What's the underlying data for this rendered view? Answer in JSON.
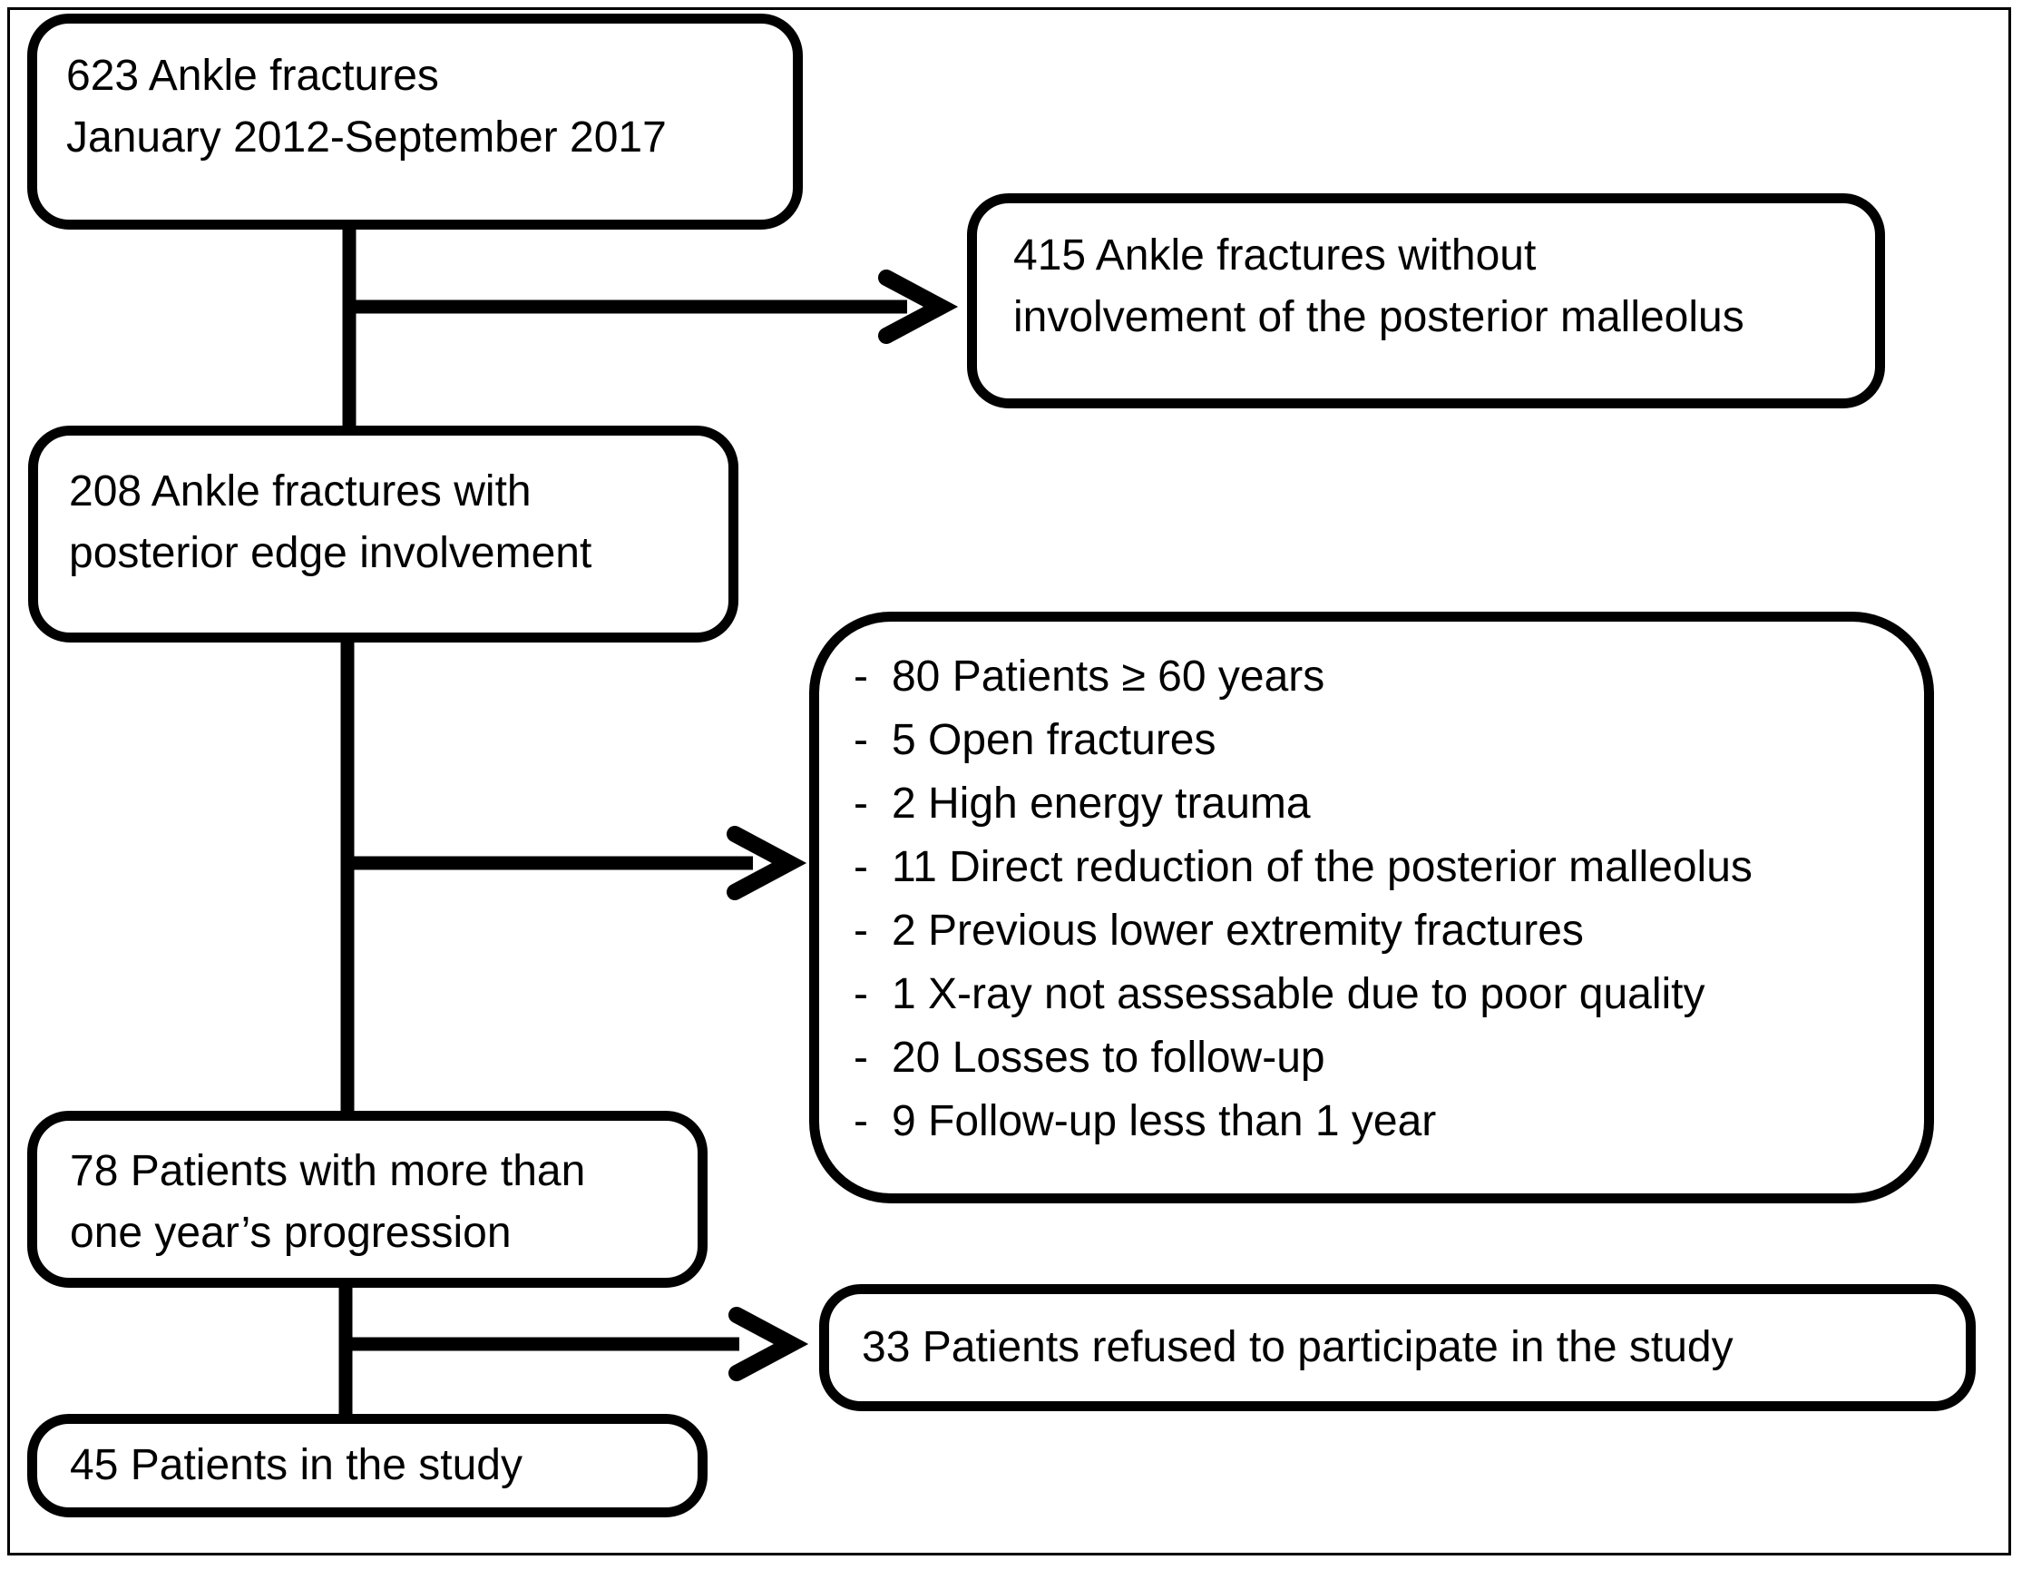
{
  "figure": {
    "type": "patient-flow-diagram",
    "colors": {
      "ink": "#000000",
      "background": "#ffffff"
    },
    "boxes": {
      "total": {
        "lines": [
          "623 Ankle fractures",
          "January 2012-September 2017"
        ]
      },
      "no_posterior_malleolus": {
        "lines": [
          "415 Ankle fractures without",
          "involvement of the posterior malleolus"
        ]
      },
      "posterior_edge": {
        "lines": [
          "208 Ankle fractures with",
          "posterior edge involvement"
        ]
      },
      "exclusions": {
        "bullet": "-",
        "items": [
          "80 Patients ≥ 60 years",
          "5 Open fractures",
          "2 High energy trauma",
          "11 Direct reduction of the posterior malleolus",
          "2 Previous lower extremity fractures",
          "1 X-ray not assessable due to poor quality",
          "20 Losses to follow-up",
          "9 Follow-up less than 1 year"
        ]
      },
      "one_year_progression": {
        "lines": [
          "78 Patients with more than",
          "one year’s progression"
        ]
      },
      "refused": {
        "lines": [
          "33 Patients refused to participate in the study"
        ]
      },
      "included": {
        "lines": [
          "45 Patients in the study"
        ]
      }
    }
  }
}
